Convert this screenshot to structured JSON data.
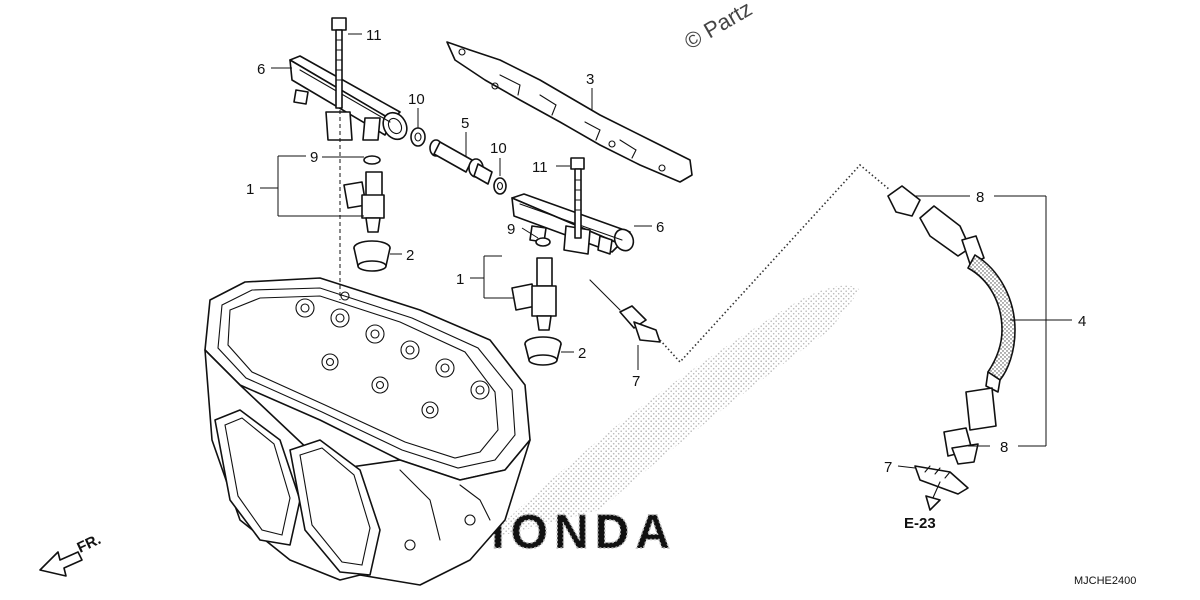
{
  "watermark": "© Partz",
  "diagram_code": "MJCHE2400",
  "front_marker": "FR.",
  "reference_label": "E-23",
  "brand_watermark": "HONDA",
  "callouts": [
    {
      "id": "c11a",
      "text": "11"
    },
    {
      "id": "c6a",
      "text": "6"
    },
    {
      "id": "c10a",
      "text": "10"
    },
    {
      "id": "c3",
      "text": "3"
    },
    {
      "id": "c5",
      "text": "5"
    },
    {
      "id": "c10b",
      "text": "10"
    },
    {
      "id": "c9a",
      "text": "9"
    },
    {
      "id": "c1a",
      "text": "1"
    },
    {
      "id": "c11b",
      "text": "11"
    },
    {
      "id": "c2a",
      "text": "2"
    },
    {
      "id": "c6b",
      "text": "6"
    },
    {
      "id": "c9b",
      "text": "9"
    },
    {
      "id": "c1b",
      "text": "1"
    },
    {
      "id": "c2b",
      "text": "2"
    },
    {
      "id": "c7a",
      "text": "7"
    },
    {
      "id": "c8a",
      "text": "8"
    },
    {
      "id": "c4",
      "text": "4"
    },
    {
      "id": "c8b",
      "text": "8"
    },
    {
      "id": "c7b",
      "text": "7"
    }
  ]
}
